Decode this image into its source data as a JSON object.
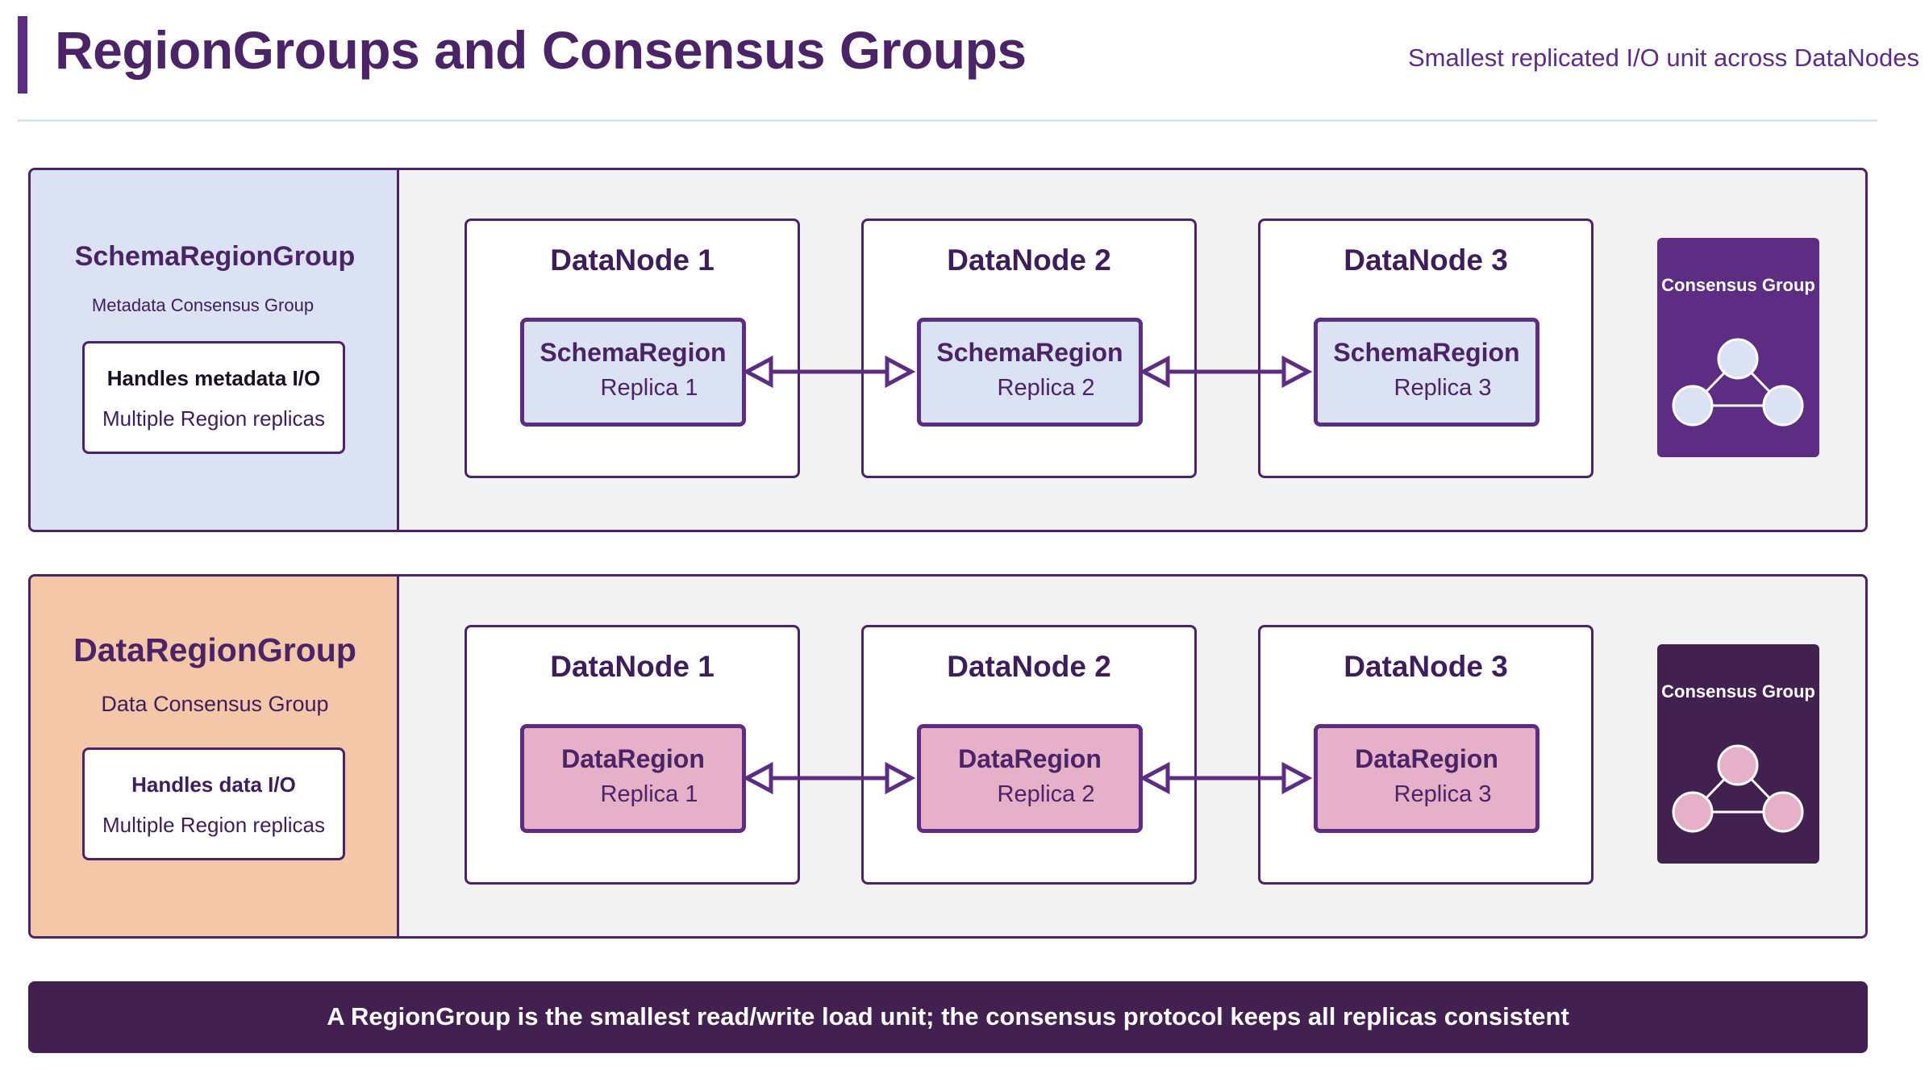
{
  "header": {
    "title": "RegionGroups and Consensus Groups",
    "subtitle": "Smallest replicated I/O unit across DataNodes"
  },
  "schema_group": {
    "title": "SchemaRegionGroup",
    "subtitle": "Metadata Consensus Group",
    "info_heading": "Handles metadata I/O",
    "info_text": "Multiple Region replicas",
    "nodes": [
      {
        "title": "DataNode 1",
        "region": "SchemaRegion",
        "replica": "Replica 1"
      },
      {
        "title": "DataNode 2",
        "region": "SchemaRegion",
        "replica": "Replica 2"
      },
      {
        "title": "DataNode 3",
        "region": "SchemaRegion",
        "replica": "Replica 3"
      }
    ],
    "consensus_label": "Consensus Group",
    "colors": {
      "panel": "#dbe2f3",
      "region": "#dbe2f3",
      "card": "#5c2d82",
      "graph_node": "#dbe2f3"
    }
  },
  "data_group": {
    "title": "DataRegionGroup",
    "subtitle": "Data Consensus Group",
    "info_heading": "Handles data I/O",
    "info_text": "Multiple Region replicas",
    "nodes": [
      {
        "title": "DataNode 1",
        "region": "DataRegion",
        "replica": "Replica 1"
      },
      {
        "title": "DataNode 2",
        "region": "DataRegion",
        "replica": "Replica 2"
      },
      {
        "title": "DataNode 3",
        "region": "DataRegion",
        "replica": "Replica 3"
      }
    ],
    "consensus_label": "Consensus Group",
    "colors": {
      "panel": "#f4c7a8",
      "region": "#e6b0c8",
      "card": "#42204f",
      "graph_node": "#e6b0c8"
    }
  },
  "footer": {
    "text": "A RegionGroup is the smallest read/write load unit; the consensus protocol keeps all replicas consistent"
  },
  "colors": {
    "accent": "#5c2d82",
    "dark": "#42204f",
    "title_text": "#4a2466"
  }
}
